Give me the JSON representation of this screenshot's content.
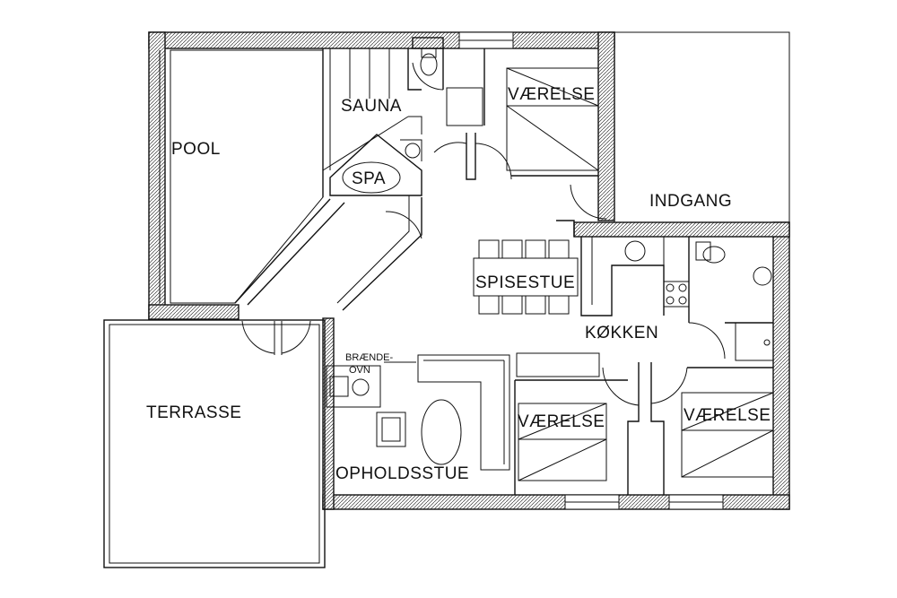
{
  "rooms": {
    "pool": "POOL",
    "sauna": "SAUNA",
    "spa": "SPA",
    "vaerelse_top": "VÆRELSE",
    "indgang": "INDGANG",
    "spisestue": "SPISESTUE",
    "koekken": "KØKKEN",
    "terrasse": "TERRASSE",
    "braendeovn_line1": "BRÆNDE-",
    "braendeovn_line2": "OVN",
    "opholdsstue": "OPHOLDSSTUE",
    "vaerelse_mid": "VÆRELSE",
    "vaerelse_right": "VÆRELSE"
  },
  "colors": {
    "line": "#111111",
    "background": "#ffffff"
  }
}
